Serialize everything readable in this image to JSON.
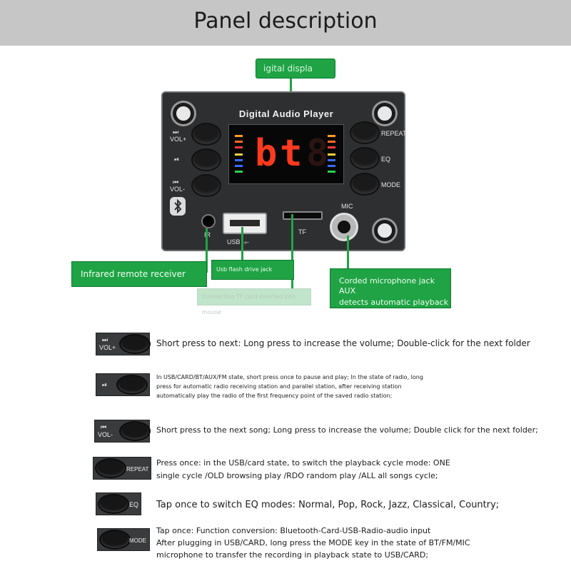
{
  "header": {
    "title": "Panel description"
  },
  "callouts": {
    "digital_display": "igital displa",
    "infrared": "Infrared remote receiver",
    "usb": "Usb flash drive jack",
    "tf": "Connecting TF card inserted into mouse",
    "mic_line1": "Corded microphone jack AUX",
    "mic_line2": "detects automatic playback"
  },
  "panel": {
    "title": "Digital Audio Player",
    "display_text": "bt",
    "labels": {
      "next_symbol": "⏭",
      "vol_plus": "VOL+",
      "play_symbol": "⏯",
      "prev_symbol": "⏮",
      "vol_minus": "VOL-",
      "repeat": "REPEAT",
      "eq": "EQ",
      "mode": "MODE",
      "ir": "IR",
      "usb": "USB",
      "tf": "TF",
      "mic": "MIC"
    }
  },
  "legend": [
    {
      "key_symbol": "⏭",
      "key_label": "VOL+",
      "lines": [
        "Short press to next: Long press to increase the volume; Double-click for the next folder"
      ]
    },
    {
      "key_symbol": "⏯",
      "key_label": "",
      "lines": [
        "In USB/CARD/BT/AUX/FM state, short press once to pause and play; In the state of radio, long",
        "press for automatic radio receiving station and parallel station, after receiving station",
        "automatically play the radio of the first frequency point of the saved radio station;"
      ]
    },
    {
      "key_symbol": "⏮",
      "key_label": "VOL-",
      "lines": [
        "Short press to the next song; Long press to increase the volume; Double click for the next folder;"
      ]
    },
    {
      "key_symbol": "",
      "key_label": "REPEAT",
      "lines": [
        "Press once: in the USB/card state, to switch the playback cycle mode: ONE",
        "single cycle /OLD browsing play /RDO random play /ALL all songs cycle;"
      ]
    },
    {
      "key_symbol": "",
      "key_label": "EQ",
      "lines": [
        "Tap once to switch EQ modes: Normal, Pop, Rock, Jazz, Classical, Country;"
      ]
    },
    {
      "key_symbol": "",
      "key_label": "MODE",
      "lines": [
        "Tap once: Function conversion: Bluetooth-Card-USB-Radio-audio input",
        "After plugging in USB/CARD, long press the MODE key in the state of BT/FM/MIC",
        "microphone to transfer the recording in playback state to USB/CARD;"
      ]
    }
  ],
  "colors": {
    "callout_green": "#1fa345",
    "lcd_red": "#ff3a1e",
    "header_gray": "#c6c6c6",
    "panel_dark": "#2e2f31"
  }
}
